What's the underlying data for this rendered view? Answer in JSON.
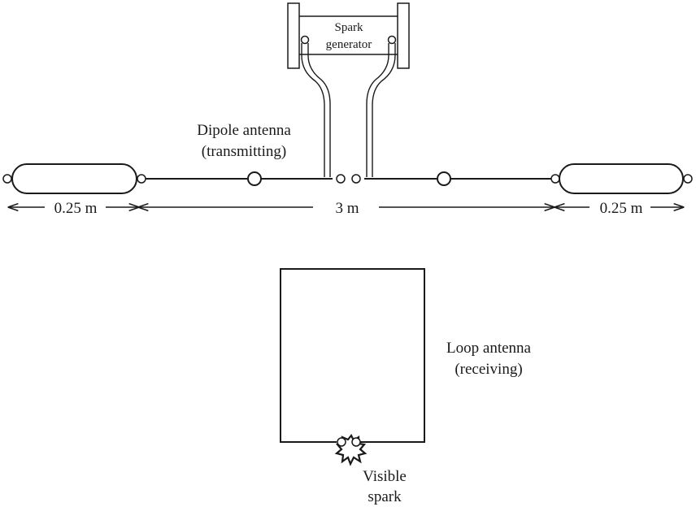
{
  "labels": {
    "spark_generator_line1": "Spark",
    "spark_generator_line2": "generator",
    "dipole_line1": "Dipole antenna",
    "dipole_line2": "(transmitting)",
    "left_length": "0.25 m",
    "center_length": "3 m",
    "right_length": "0.25 m",
    "loop_line1": "Loop antenna",
    "loop_line2": "(receiving)",
    "spark_line1": "Visible",
    "spark_line2": "spark"
  },
  "colors": {
    "ink": "#1a1a1a",
    "background": "#ffffff"
  }
}
